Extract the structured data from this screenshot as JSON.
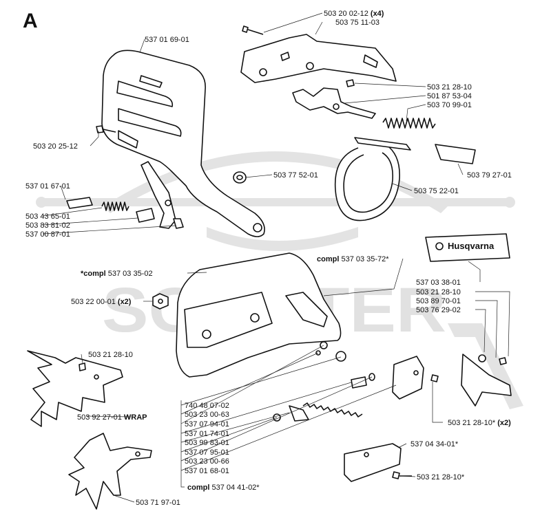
{
  "section_letter": "A",
  "watermark": "SCOOTER",
  "brand_logo": "Husqvarna",
  "labels": {
    "l01": "503 20 02-12",
    "l01_suffix": "(x4)",
    "l02": "503 75 11-03",
    "l03": "537 01 69-01",
    "l04": "503 21 28-10",
    "l05": "501 87 53-04",
    "l06": "503 70 99-01",
    "l07": "503 20 25-12",
    "l08": "503 79 27-01",
    "l09": "503 77 52-01",
    "l10": "537 01 67-01",
    "l11": "503 75 22-01",
    "l12": "503 43 65-01",
    "l13": "503 83 81-02",
    "l14": "537 00 87-01",
    "l15_prefix": "compl",
    "l15": "537 03 35-72*",
    "l16_prefix": "*compl",
    "l16": "537 03 35-02",
    "l17": "537 03 38-01",
    "l18": "503 22 00-01",
    "l18_suffix": "(x2)",
    "l19": "503 21 28-10",
    "l20": "503 89 70-01",
    "l21": "503 76 29-02",
    "l22": "503 21 28-10",
    "l23": "503 92 27-01",
    "l23_suffix": "WRAP",
    "l24": "740 48 07-02",
    "l25": "503 23 00-63",
    "l26": "537 07 94-01",
    "l27": "537 01 74-01",
    "l28": "503 21 28-10*",
    "l28_suffix": "(x2)",
    "l29": "503 99 83-01",
    "l30": "537 07 95-01",
    "l31": "503 23 00-66",
    "l32": "537 04 34-01*",
    "l33": "537 01 68-01",
    "l34": "503 71 97-01",
    "l35": "503 21 28-10*",
    "l36_prefix": "compl",
    "l36": "537 04 41-02*"
  }
}
